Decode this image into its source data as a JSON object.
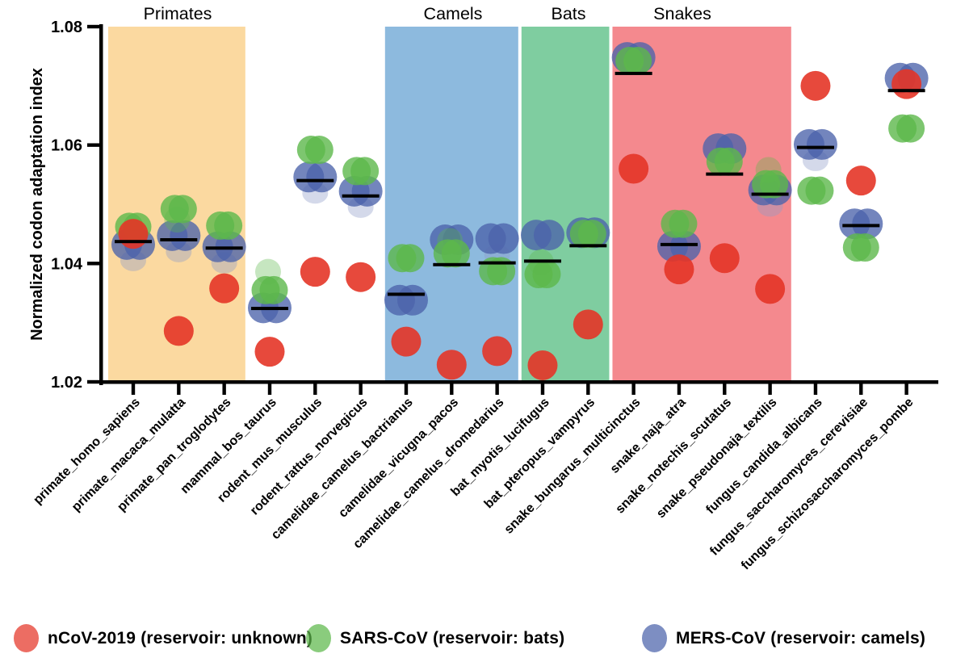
{
  "page": {
    "background": "#ffffff"
  },
  "legend": {
    "items": [
      {
        "label": "nCoV-2019 (reservoir: unknown)",
        "color": "#e43527"
      },
      {
        "label": "SARS-CoV (reservoir: bats)",
        "color": "#5db84b"
      },
      {
        "label": "MERS-CoV (reservoir: camels)",
        "color": "#4b63ab"
      }
    ]
  },
  "chart_data": {
    "type": "scatter",
    "title": "",
    "xlabel": "",
    "ylabel": "Normalized codon adaptation index",
    "ylim": [
      1.02,
      1.08
    ],
    "yticks": [
      1.02,
      1.04,
      1.06,
      1.08
    ],
    "grid": false,
    "x_tick_rotation": 45,
    "legend_position": "bottom",
    "series": [
      {
        "id": "ncov",
        "name": "nCoV-2019",
        "reservoir": "unknown",
        "color": "#e43527"
      },
      {
        "id": "sars",
        "name": "SARS-CoV",
        "reservoir": "bats",
        "color": "#5db84b"
      },
      {
        "id": "mers",
        "name": "MERS-CoV",
        "reservoir": "camels",
        "color": "#4b63ab"
      }
    ],
    "group_bands": [
      {
        "label": "Primates",
        "color": "#fbd9a0",
        "from_species": 0,
        "to_species": 2,
        "label_x": 220
      },
      {
        "label": "Camels",
        "color": "#8dbade",
        "from_species": 6,
        "to_species": 8,
        "label_x": 561
      },
      {
        "label": "Bats",
        "color": "#7fcda0",
        "from_species": 9,
        "to_species": 10,
        "label_x": 704
      },
      {
        "label": "Snakes",
        "color": "#f4898e",
        "from_species": 11,
        "to_species": 14,
        "label_x": 845
      }
    ],
    "species": [
      {
        "label": "primate_homo_sapiens",
        "ncov": 1.045,
        "sars": 1.0462,
        "mers": 1.0432,
        "mean": 1.0437,
        "mers_ghost": true
      },
      {
        "label": "primate_macaca_mulatta",
        "ncov": 1.0286,
        "sars": 1.0492,
        "sars_ghost": 1.0474,
        "mers": 1.0447,
        "mean": 1.044,
        "mers_ghost": true
      },
      {
        "label": "primate_pan_troglodytes",
        "ncov": 1.0358,
        "sars": 1.0464,
        "mers": 1.0428,
        "mean": 1.0426,
        "mers_ghost": true
      },
      {
        "label": "mammal_bos_taurus",
        "ncov": 1.0251,
        "sars": 1.0355,
        "sars_ghost": 1.0386,
        "mers": 1.0325,
        "mean": 1.0324
      },
      {
        "label": "rodent_mus_musculus",
        "ncov": 1.0386,
        "sars": 1.0592,
        "mers": 1.0546,
        "mean": 1.054,
        "mers_ghost": true
      },
      {
        "label": "rodent_rattus_norvegicus",
        "ncov": 1.0377,
        "sars": 1.0556,
        "mers": 1.0522,
        "mean": 1.0514,
        "mers_ghost": true
      },
      {
        "label": "camelidae_camelus_bactrianus",
        "ncov": 1.0268,
        "sars": 1.0409,
        "mers": 1.0338,
        "mean": 1.0348
      },
      {
        "label": "camelidae_vicugna_pacos",
        "ncov": 1.0229,
        "sars": 1.0417,
        "sars_ghost": 1.0438,
        "mers": 1.044,
        "mean": 1.0398
      },
      {
        "label": "camelidae_camelus_dromedarius",
        "ncov": 1.0252,
        "sars": 1.0387,
        "mers": 1.0442,
        "mean": 1.0401,
        "mers_ghost": true
      },
      {
        "label": "bat_myotis_lucifugus",
        "ncov": 1.0228,
        "sars": 1.0382,
        "sars_ghost": 1.0402,
        "mers": 1.0448,
        "mean": 1.0404
      },
      {
        "label": "bat_pteropus_vampyrus",
        "ncov": 1.0297,
        "sars": 1.045,
        "mers": 1.0452,
        "mean": 1.043
      },
      {
        "label": "snake_bungarus_multicinctus",
        "ncov": 1.056,
        "sars": 1.0742,
        "mers": 1.0748,
        "mean": 1.0721
      },
      {
        "label": "snake_naja_atra",
        "ncov": 1.039,
        "sars": 1.0467,
        "mers": 1.0429,
        "mean": 1.0432
      },
      {
        "label": "snake_notechis_scutatus",
        "ncov": 1.0409,
        "sars": 1.0572,
        "mers": 1.0594,
        "mean": 1.0551
      },
      {
        "label": "snake_pseudonaja_textilis",
        "ncov": 1.0357,
        "sars": 1.0534,
        "sars_ghost": 1.0558,
        "mers": 1.0524,
        "mean": 1.0517,
        "mers_ghost": true
      },
      {
        "label": "fungus_candida_albicans",
        "ncov": 1.07,
        "sars": 1.0523,
        "mers": 1.0601,
        "mean": 1.0596,
        "mers_ghost": true
      },
      {
        "label": "fungus_saccharomyces_cerevisiae",
        "ncov": 1.054,
        "sars": 1.0427,
        "mers": 1.0467,
        "mean": 1.0464
      },
      {
        "label": "fungus_schizosaccharomyces_pombe",
        "ncov": 1.0703,
        "sars": 1.0628,
        "mers": 1.0713,
        "mean": 1.0692
      }
    ]
  }
}
